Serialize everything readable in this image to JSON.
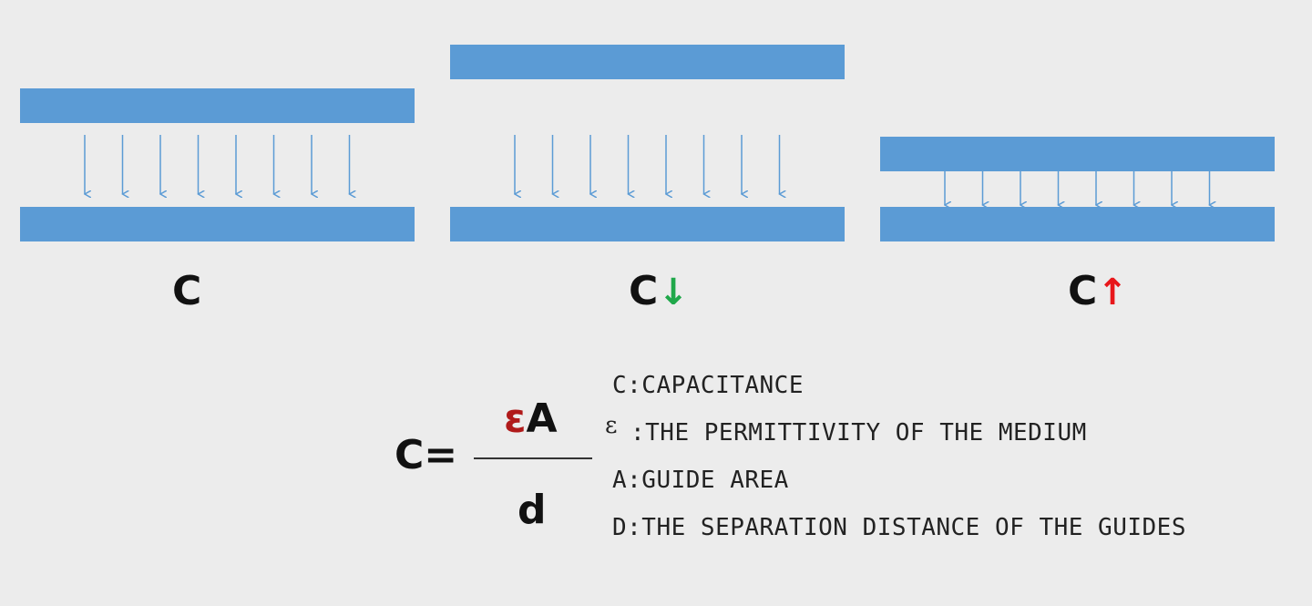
{
  "panels": [
    {
      "label": "C",
      "arrow": "",
      "arrow_color": ""
    },
    {
      "label": "C",
      "arrow": "↓",
      "arrow_color": "#1fa84a"
    },
    {
      "label": "C",
      "arrow": "↑",
      "arrow_color": "#e8171b"
    }
  ],
  "colors": {
    "plate": "#5b9bd5",
    "field_line": "#5b9bd5",
    "background": "#ececec",
    "epsilon_accent": "#b01a1a"
  },
  "formula": {
    "lhs": "C=",
    "numerator_epsilon": "ε",
    "numerator_rest": "A",
    "denominator": "d"
  },
  "legend": {
    "line1": "C:CAPACITANCE",
    "epsilon_symbol": "ε",
    "line2": ":THE PERMITTIVITY OF THE MEDIUM",
    "line3": "A:GUIDE AREA",
    "line4": "D:THE SEPARATION DISTANCE OF THE GUIDES"
  }
}
